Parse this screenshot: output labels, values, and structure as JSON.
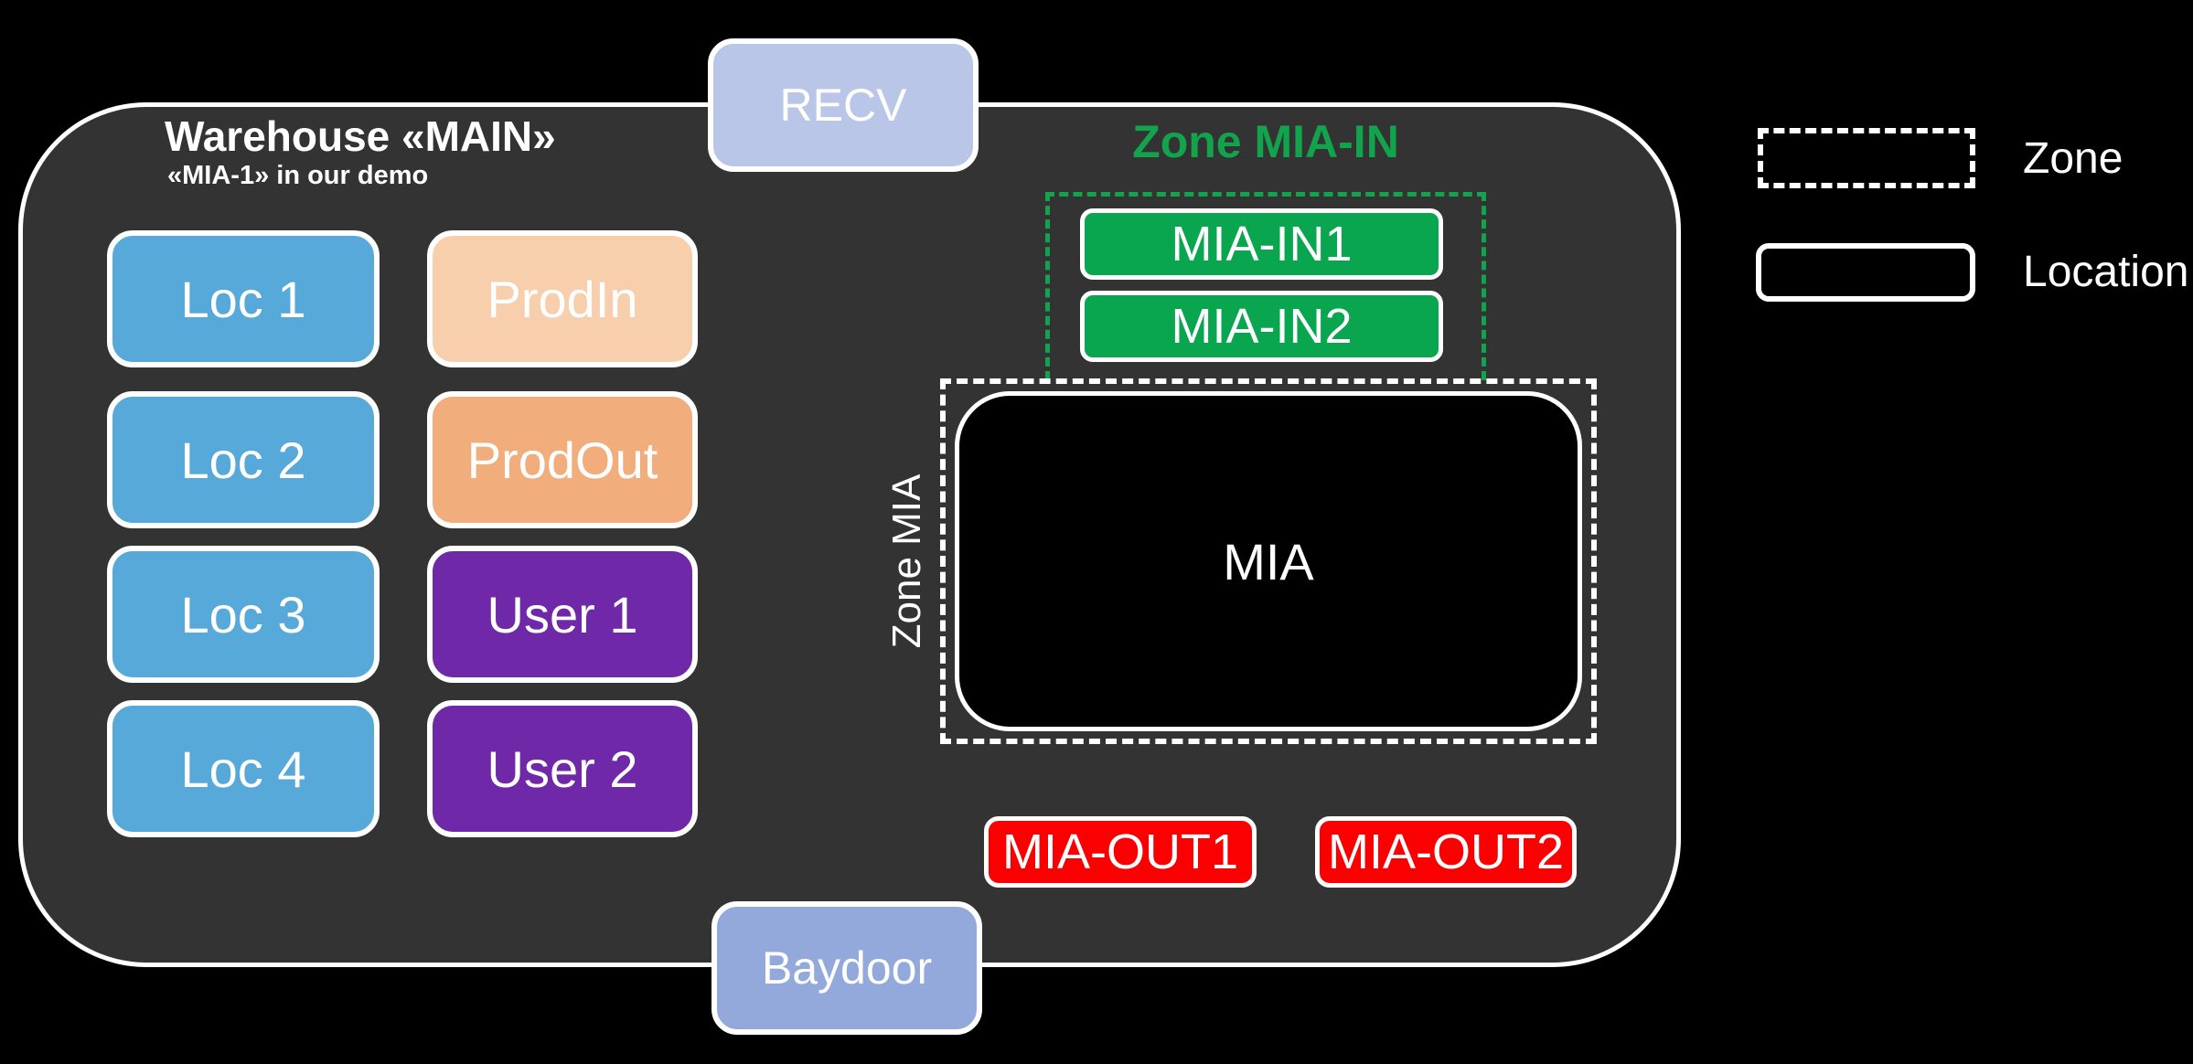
{
  "warehouse": {
    "title": "Warehouse «MAIN»",
    "subtitle": "«MIA-1» in our demo"
  },
  "doors": {
    "receiving": "RECV",
    "bay": "Baydoor"
  },
  "generic_locations": [
    "Loc 1",
    "Loc 2",
    "Loc 3",
    "Loc 4"
  ],
  "special_locations": [
    "ProdIn",
    "ProdOut",
    "User 1",
    "User 2"
  ],
  "zone_mia_in": {
    "title": "Zone MIA-IN",
    "locations": [
      "MIA-IN1",
      "MIA-IN2"
    ]
  },
  "zone_mia": {
    "label": "Zone MIA",
    "location": "MIA"
  },
  "out_locations": [
    "MIA-OUT1",
    "MIA-OUT2"
  ],
  "legend": {
    "zone_label": "Zone",
    "location_label": "Location"
  },
  "colors": {
    "background": "#000000",
    "warehouse_fill": "#333333",
    "outline_white": "#ffffff",
    "door_top_blue": "#b9c6e8",
    "door_bottom_blue": "#93a8db",
    "location_blue": "#57a9da",
    "prod_in_peach": "#f7cfac",
    "prod_out_orange": "#f1ad7b",
    "user_purple": "#6e28a8",
    "zone_green": "#12a44d",
    "in_location_green": "#0aa64f",
    "out_location_red": "#fb0000"
  }
}
